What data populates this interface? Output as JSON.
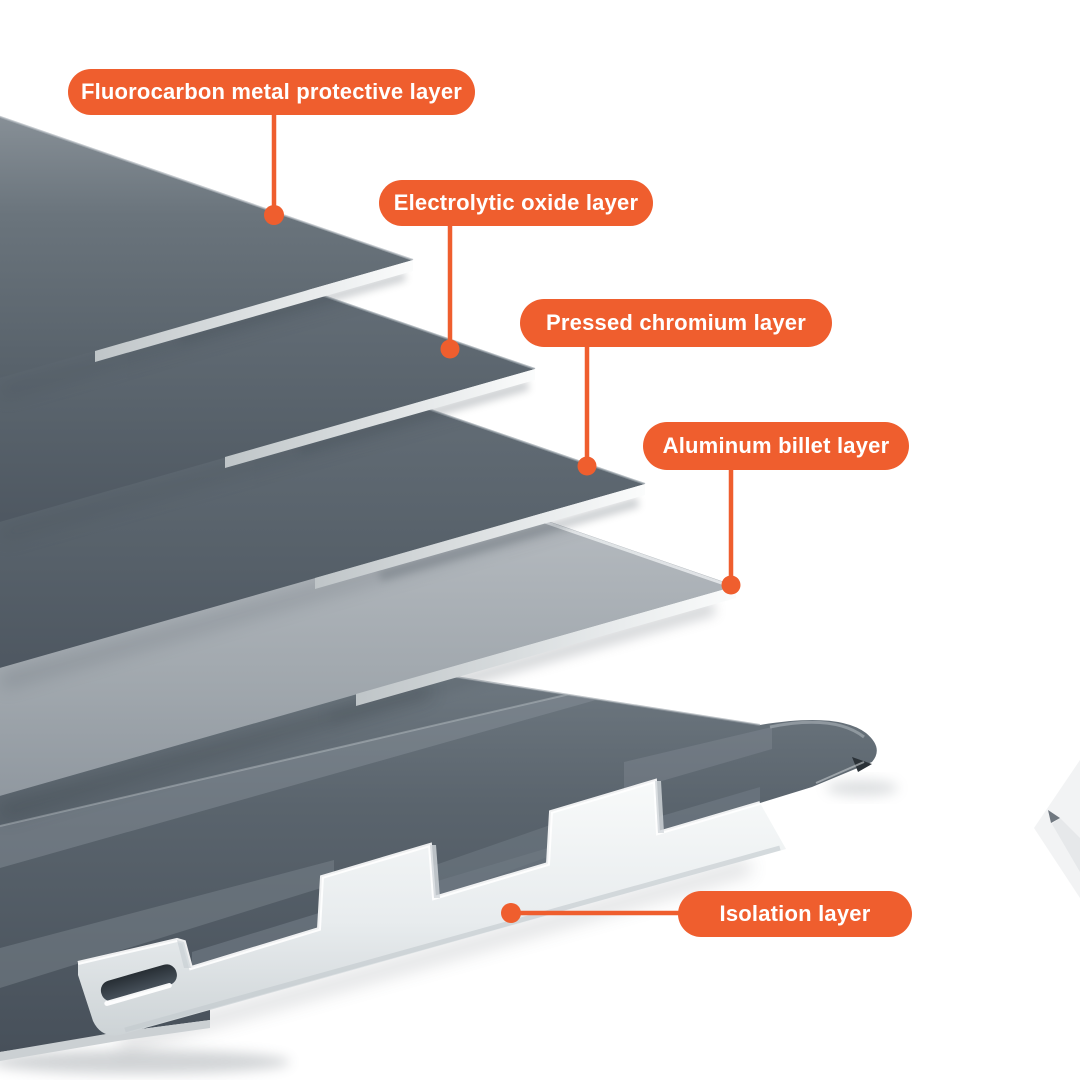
{
  "figure": {
    "type": "exploded-layer-diagram",
    "subject": "aluminum panel coating layers"
  },
  "labels": [
    {
      "id": "fluorocarbon",
      "text": "Fluorocarbon metal protective layer"
    },
    {
      "id": "electrolytic",
      "text": "Electrolytic oxide layer"
    },
    {
      "id": "pressed-chromium",
      "text": "Pressed chromium layer"
    },
    {
      "id": "aluminum-billet",
      "text": "Aluminum billet layer"
    },
    {
      "id": "isolation",
      "text": "Isolation layer"
    }
  ],
  "layers": [
    {
      "name": "Fluorocarbon metal protective layer",
      "appearance": "dark slate sheet"
    },
    {
      "name": "Electrolytic oxide layer",
      "appearance": "dark slate sheet"
    },
    {
      "name": "Pressed chromium layer",
      "appearance": "dark slate sheet"
    },
    {
      "name": "Aluminum billet layer",
      "appearance": "silver sheet"
    },
    {
      "name": "Isolation layer",
      "appearance": "white ribbed base profile"
    }
  ],
  "colors": {
    "accent_orange": "#EF5E2E",
    "sheet_dark": "#5C666F",
    "sheet_silver": "#AFB4B9",
    "isolation_white": "#EEF1F2",
    "background": "#FFFFFF"
  }
}
